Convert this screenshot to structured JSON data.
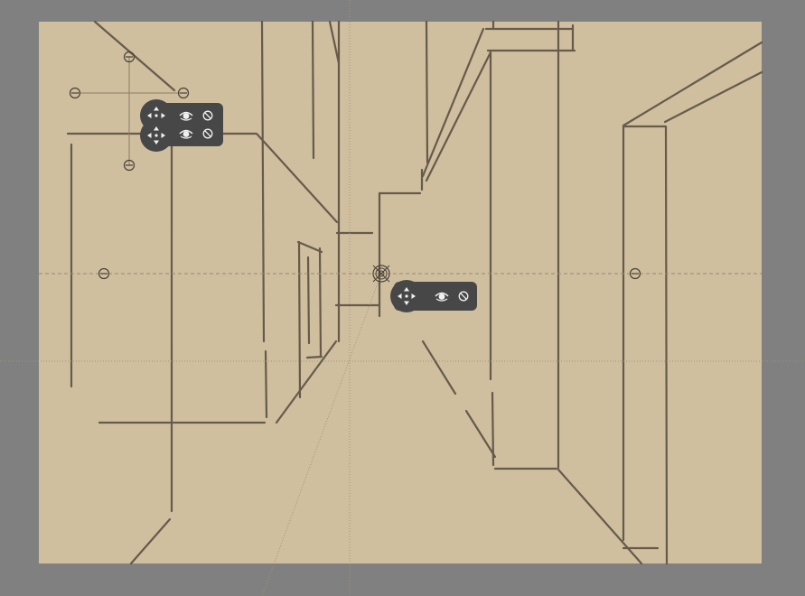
{
  "app": {
    "canvas_background": "#cfbf9f",
    "workspace_background": "#808080",
    "sketch_stroke_color": "#5e5244",
    "guide_line_color": "#9a8b70",
    "toolbar_color": "#474747",
    "toolbar_icon_color": "#f0f0f0"
  },
  "perspective_guides": [
    {
      "id": "three-point-guide",
      "toolbar_icons": [
        "move-icon",
        "visibility-icon",
        "disable-icon"
      ]
    },
    {
      "id": "two-point-guide",
      "toolbar_icons": [
        "move-icon",
        "visibility-icon",
        "disable-icon"
      ]
    },
    {
      "id": "one-point-guide",
      "toolbar_icons": [
        "move-icon",
        "visibility-icon",
        "disable-icon"
      ]
    }
  ]
}
